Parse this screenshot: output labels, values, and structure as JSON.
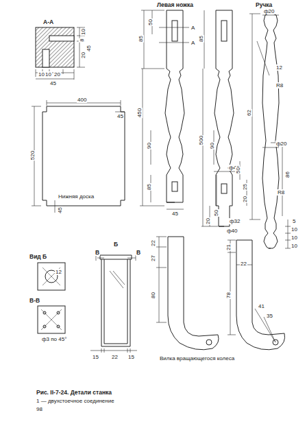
{
  "diagram": {
    "caption": "Рис. II-7-24. Детали станка",
    "labels": [
      "А-А",
      "10",
      "8",
      "45",
      "20",
      "10",
      "10",
      "20",
      "45",
      "400",
      "45",
      "520",
      "Нижняя доска",
      "45",
      "Вид Б",
      "12",
      "В-В",
      "ф3 по 45°",
      "Б",
      "В",
      "В",
      "15",
      "22",
      "15",
      "Левая ножка",
      "85",
      "50",
      "А",
      "А",
      "450",
      "90",
      "85",
      "45",
      "85",
      "500",
      "90",
      "ф40",
      "50",
      "25",
      "20",
      "50",
      "20",
      "ф32",
      "ф40",
      "Ручка",
      "ф20",
      "12",
      "62",
      "ф20",
      "86",
      "R8",
      "R8",
      "5",
      "10",
      "10",
      "10",
      "22",
      "27",
      "80",
      "22",
      "21",
      "78",
      "41",
      "35",
      "Вилка вращающегося колеса",
      "1 — двухстоечное соединение",
      "98"
    ]
  }
}
